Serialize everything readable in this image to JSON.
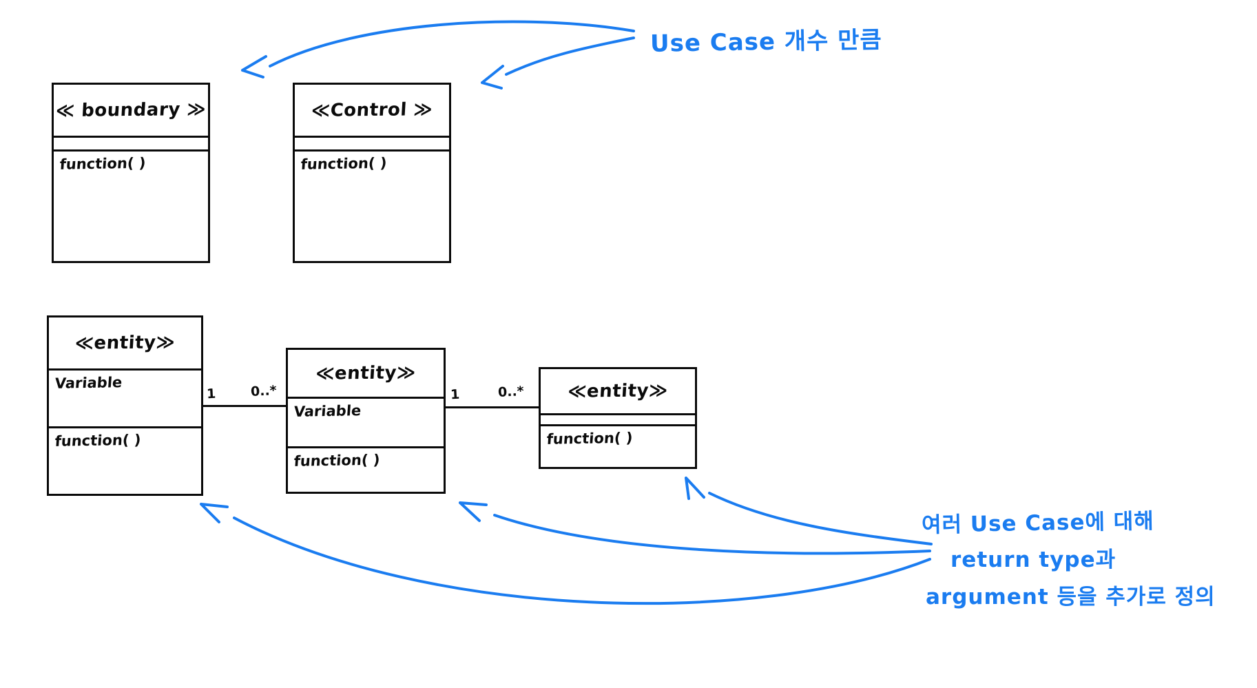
{
  "diagram": {
    "title": "UML class diagram sketch",
    "ink_color": "#0a0a0a",
    "annotation_color": "#1a7cf0",
    "background": "#ffffff"
  },
  "classes": [
    {
      "id": "boundary",
      "stereotype": "≪ boundary ≫",
      "attributes": "",
      "operations": "function( )"
    },
    {
      "id": "control",
      "stereotype": "≪Control ≫",
      "attributes": "",
      "operations": "function( )"
    },
    {
      "id": "entity-left",
      "stereotype": "≪entity≫",
      "attributes": "Variable",
      "operations": "function( )"
    },
    {
      "id": "entity-middle",
      "stereotype": "≪entity≫",
      "attributes": "Variable",
      "operations": "function( )"
    },
    {
      "id": "entity-right",
      "stereotype": "≪entity≫",
      "attributes": "",
      "operations": "function( )"
    }
  ],
  "associations": [
    {
      "id": "left-to-middle",
      "source_multiplicity": "1",
      "target_multiplicity": "0..*"
    },
    {
      "id": "middle-to-right",
      "source_multiplicity": "1",
      "target_multiplicity": "0..*"
    }
  ],
  "annotations": {
    "top_right": {
      "text": "Use Case 개수 만큼"
    },
    "bottom_right": {
      "lines": [
        "여러 Use Case에 대해",
        "return type과",
        "argument 등을 추가로 정의"
      ]
    }
  }
}
